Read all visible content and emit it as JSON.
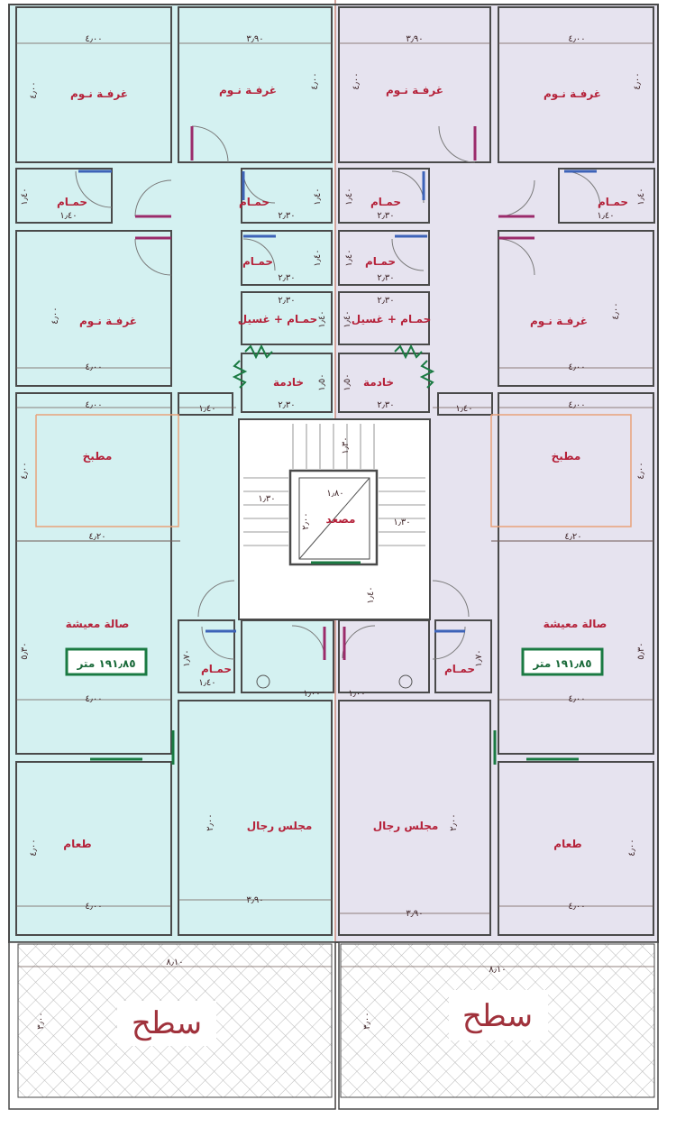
{
  "colors": {
    "left_unit_fill": "#d4f1f1",
    "right_unit_fill": "#e6e3ef",
    "room_label": "#b5223a",
    "area_badge": "#1a7a42",
    "kitchen_outline": "#e8a27a",
    "roof_hatch": "#b8b8b8"
  },
  "labels": {
    "bedroom": "غرفـة  نـوم",
    "bathroom": "حمـام",
    "bath_laundry": "حمـام + غسيل",
    "maid": "خادمة",
    "kitchen": "مطبخ",
    "living": "صالة معيشة",
    "elevator": "مصعد",
    "dining": "طعام",
    "majlis": "مجلس رجال",
    "roof": "سطح",
    "unit_area": "١٩١٫٨٥ متر"
  },
  "dims": {
    "d400": "٤٫٠٠",
    "d390": "٣٫٩٠",
    "d230": "٢٫٣٠",
    "d140": "١٫٤٠",
    "d150": "١٫٥٠",
    "d130": "١٫٣٠",
    "d180": "١٫٨٠",
    "d420": "٤٫٢٠",
    "d530": "٥٫٣٠",
    "d170": "١٫٧٠",
    "d100": "١٫٠٠",
    "d200": "٢٫٠٠",
    "d810": "٨٫١٠",
    "d300": "٣٫٠٠"
  }
}
